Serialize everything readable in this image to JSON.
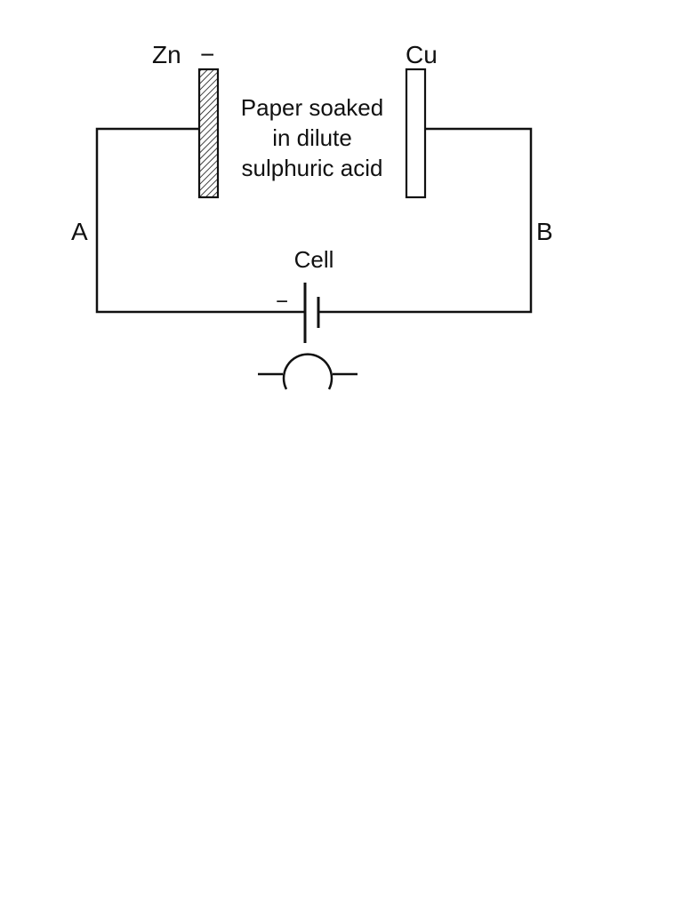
{
  "labels": {
    "zn": "Zn",
    "zn_sign": "−",
    "cu": "Cu",
    "paper_line1": "Paper soaked",
    "paper_line2": "in dilute",
    "paper_line3": "sulphuric acid",
    "point_a": "A",
    "point_b": "B",
    "cell": "Cell",
    "cell_sign": "−"
  },
  "colors": {
    "ink": "#111111",
    "background": "#ffffff"
  }
}
